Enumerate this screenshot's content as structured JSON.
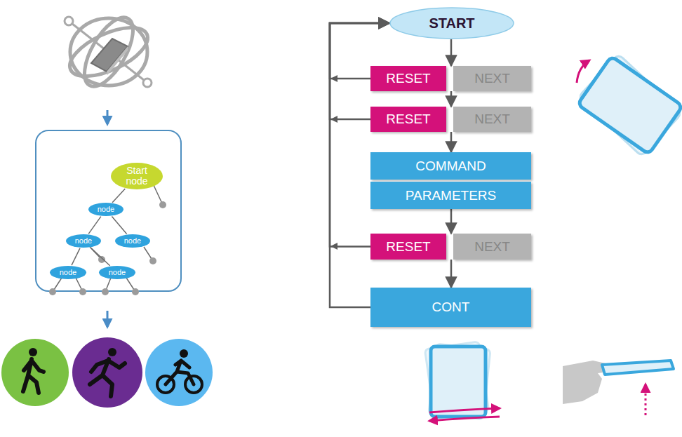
{
  "diagram": {
    "nodes": [
      {
        "text": [
          "Start node"
        ]
      },
      {
        "text": [
          "node"
        ]
      },
      {
        "text": [
          "node"
        ]
      },
      {
        "text": [
          "node"
        ]
      },
      {
        "text": [
          "node"
        ]
      },
      {
        "text": [
          "node"
        ]
      },
      {
        "text": [
          "START"
        ]
      },
      {
        "text": [
          "RESET"
        ]
      },
      {
        "text": [
          "NEXT"
        ]
      },
      {
        "text": [
          "RESET"
        ]
      },
      {
        "text": [
          "NEXT"
        ]
      },
      {
        "text": [
          "COMMAND"
        ]
      },
      {
        "text": [
          "PARAMETERS"
        ]
      },
      {
        "text": [
          "RESET"
        ]
      },
      {
        "text": [
          "NEXT"
        ]
      },
      {
        "text": [
          "CONT"
        ]
      }
    ],
    "edges": [
      {
        "from": 0,
        "to": 1,
        "arrow": "none"
      },
      {
        "from": 1,
        "to": 2,
        "arrow": "none"
      },
      {
        "from": 1,
        "to": 3,
        "arrow": "none"
      },
      {
        "from": 2,
        "to": 4,
        "arrow": "none"
      },
      {
        "from": 2,
        "to": 5,
        "arrow": "none"
      },
      {
        "from": 6,
        "to": 8,
        "arrow": "to"
      },
      {
        "from": 8,
        "to": 10,
        "arrow": "to"
      },
      {
        "from": 10,
        "to": 11,
        "arrow": "to"
      },
      {
        "from": 12,
        "to": 14,
        "arrow": "to"
      },
      {
        "from": 14,
        "to": 15,
        "arrow": "to"
      },
      {
        "from": 7,
        "to": 6,
        "arrow": "to"
      },
      {
        "from": 9,
        "to": 6,
        "arrow": "to"
      },
      {
        "from": 13,
        "to": 6,
        "arrow": "to"
      },
      {
        "from": 15,
        "to": 6,
        "arrow": "to"
      }
    ]
  }
}
